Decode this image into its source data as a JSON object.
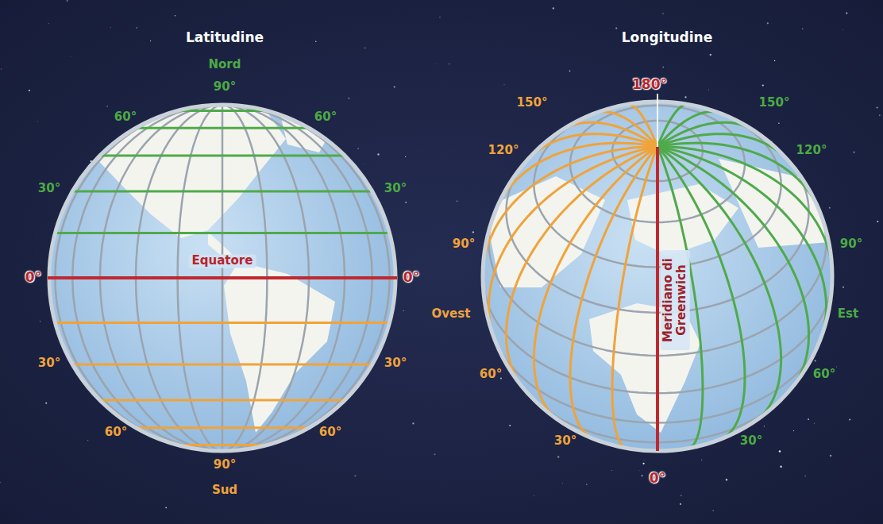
{
  "diagram": {
    "labels": [
      "Latitudine",
      "Nord",
      "90°",
      "60°",
      "60°",
      "30°",
      "30°",
      "Equatore",
      "0°",
      "0°",
      "30°",
      "30°",
      "60°",
      "60°",
      "90°",
      "Sud",
      "Longitudine",
      "180°",
      "150°",
      "150°",
      "120°",
      "120°",
      "90°",
      "90°",
      "Ovest",
      "Est",
      "60°",
      "60°",
      "30°",
      "30°",
      "0°",
      "Meridiano di Greenwich"
    ]
  }
}
